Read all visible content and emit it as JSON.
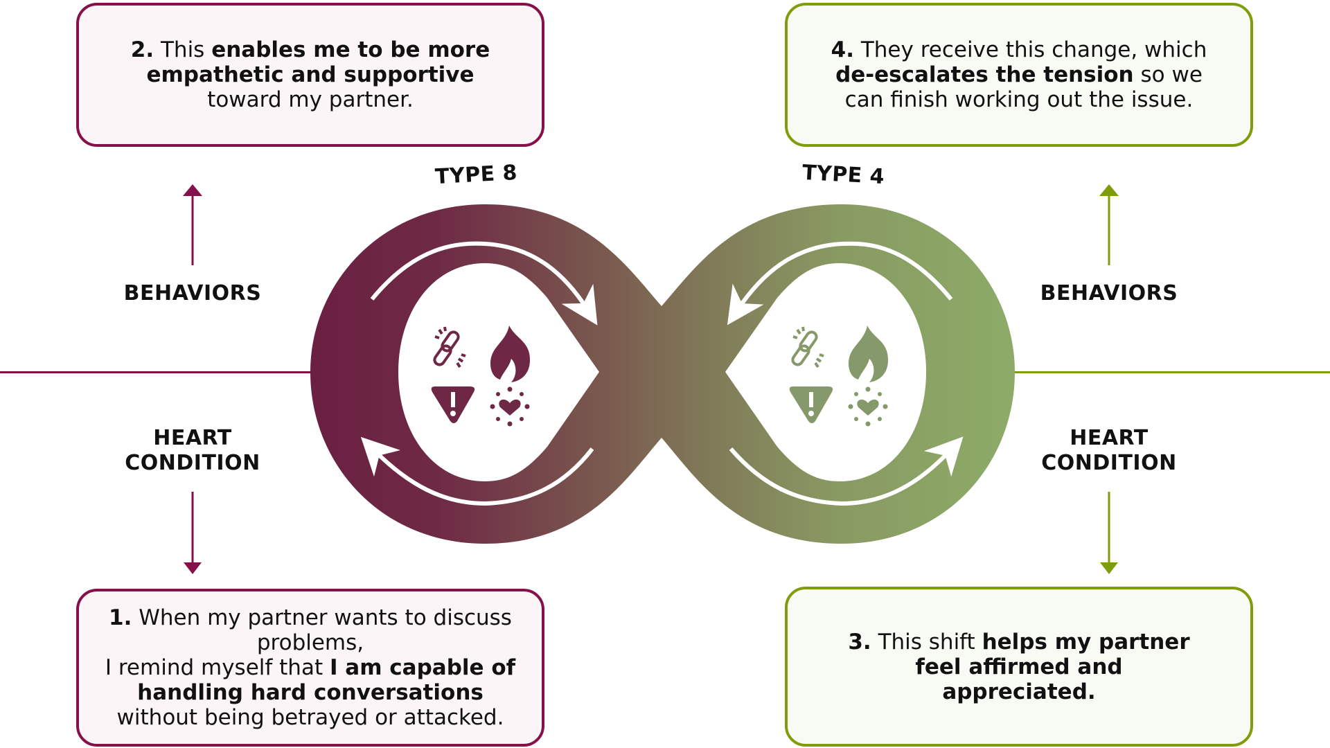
{
  "colors": {
    "type8": "#861049",
    "type4": "#7f9d0a",
    "loop_left": "#6b1f42",
    "loop_right": "#8dab68",
    "box_left_bg": "#fcf5f8",
    "box_right_bg": "#f8fbf4"
  },
  "types": {
    "left": "TYPE 8",
    "right": "TYPE 4"
  },
  "side_labels": {
    "left_behaviors": "BEHAVIORS",
    "left_heart_line1": "HEART",
    "left_heart_line2": "CONDITION",
    "right_behaviors": "BEHAVIORS",
    "right_heart_line1": "HEART",
    "right_heart_line2": "CONDITION"
  },
  "steps": {
    "step2": {
      "num": "2.",
      "parts": [
        " This ",
        "enables me to be more empathetic and supportive",
        " toward my partner."
      ]
    },
    "step1": {
      "num": "1.",
      "parts": [
        " When my partner wants to discuss problems,",
        "I remind myself that ",
        "I am capable of handling hard conversations",
        " without being betrayed or attacked."
      ]
    },
    "step4": {
      "num": "4.",
      "parts": [
        " They receive this change, which ",
        "de-escalates the tension",
        " so we can finish working out the issue."
      ]
    },
    "step3": {
      "num": "3.",
      "parts": [
        " This shift ",
        "helps my partner feel affirmed and appreciated."
      ]
    }
  },
  "icons": [
    "broken-link-icon",
    "flame-icon",
    "warning-icon",
    "heart-burst-icon"
  ]
}
